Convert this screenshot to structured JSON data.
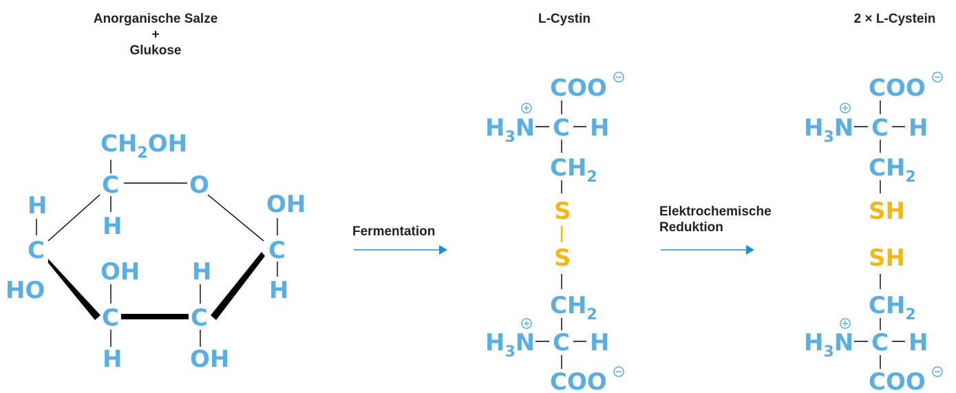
{
  "headers": {
    "substrate": [
      "Anorganische Salze",
      "+",
      "Glukose"
    ],
    "cystine": "L-Cystin",
    "cysteine": "2 × L-Cystein"
  },
  "steps": {
    "fermentation": "Fermentation",
    "reduction": [
      "Elektrochemische",
      "Reduktion"
    ]
  },
  "glucose": {
    "ch2oh": [
      "CH",
      "2",
      "OH"
    ],
    "ring_oxygen": "O",
    "c5": "C",
    "c5_h": "H",
    "c4": "C",
    "c4_h": "H",
    "c4_ho": "HO",
    "c3": "C",
    "c3_oh": "OH",
    "c3_h": "H",
    "c2": "C",
    "c2_h": "H",
    "c2_oh": "OH",
    "c1": "C",
    "c1_oh": "OH",
    "c1_h": "H"
  },
  "cystine": {
    "coo_top": "COO",
    "nh3_top": [
      "H",
      "3",
      "N"
    ],
    "c_top": "C",
    "h_top": "H",
    "ch2_top": [
      "CH",
      "2"
    ],
    "s1": "S",
    "s2": "S",
    "ch2_bottom": [
      "CH",
      "2"
    ],
    "nh3_bottom": [
      "H",
      "3",
      "N"
    ],
    "c_bottom": "C",
    "h_bottom": "H",
    "coo_bottom": "COO"
  },
  "cysteine": {
    "coo_top": "COO",
    "nh3_top": [
      "H",
      "3",
      "N"
    ],
    "c_top": "C",
    "h_top": "H",
    "ch2_top": [
      "CH",
      "2"
    ],
    "sh1": "SH",
    "sh2": "SH",
    "ch2_bottom": [
      "CH",
      "2"
    ],
    "nh3_bottom": [
      "H",
      "3",
      "N"
    ],
    "c_bottom": "C",
    "h_bottom": "H",
    "coo_bottom": "COO"
  },
  "colors": {
    "atom": "#5aaee0",
    "sulfur": "#f4b814",
    "arrow": "#1e8fd6",
    "label": "#222222"
  }
}
